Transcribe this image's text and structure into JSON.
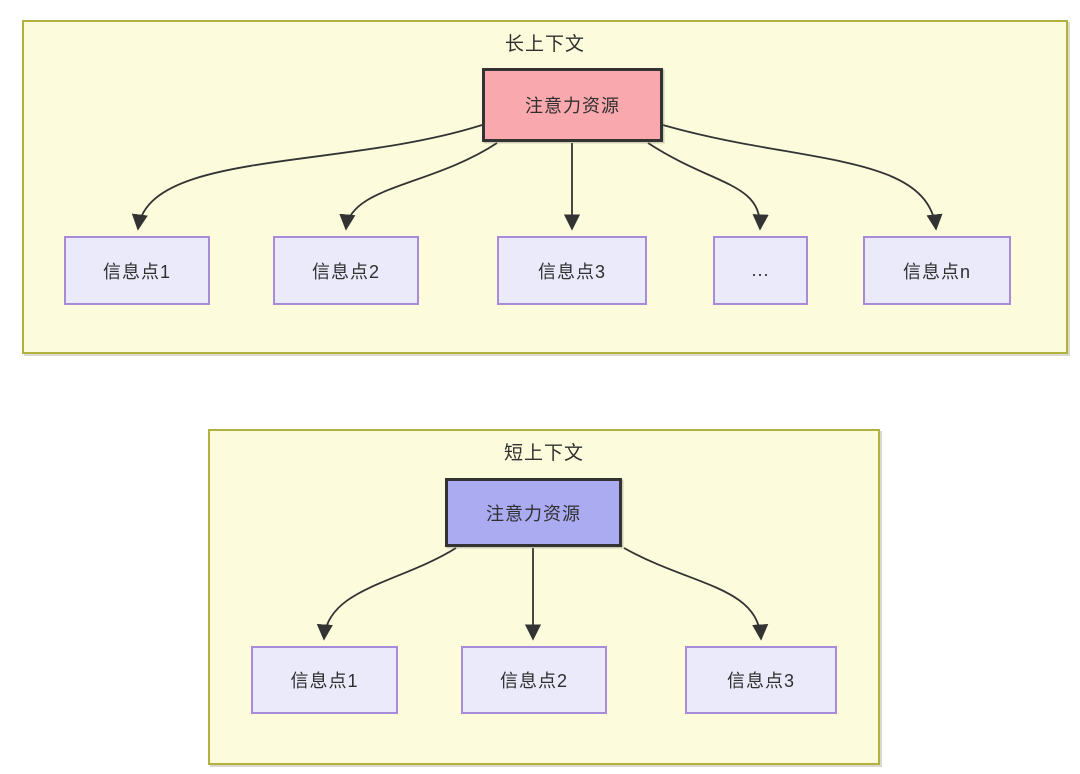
{
  "diagram": {
    "long_context": {
      "title": "长上下文",
      "source": {
        "label": "注意力资源"
      },
      "targets": [
        {
          "label": "信息点1"
        },
        {
          "label": "信息点2"
        },
        {
          "label": "信息点3"
        },
        {
          "label": "..."
        },
        {
          "label": "信息点n"
        }
      ]
    },
    "short_context": {
      "title": "短上下文",
      "source": {
        "label": "注意力资源"
      },
      "targets": [
        {
          "label": "信息点1"
        },
        {
          "label": "信息点2"
        },
        {
          "label": "信息点3"
        }
      ]
    },
    "colors": {
      "panel_fill": "#FCFCDC",
      "panel_border": "#B1B13F",
      "long_source_fill": "#F9A8AD",
      "short_source_fill": "#ABABF2",
      "target_fill": "#EAEAFA",
      "target_border": "#A78BD8",
      "node_border": "#333333",
      "connector": "#333333",
      "text": "#2F2F2F"
    }
  }
}
